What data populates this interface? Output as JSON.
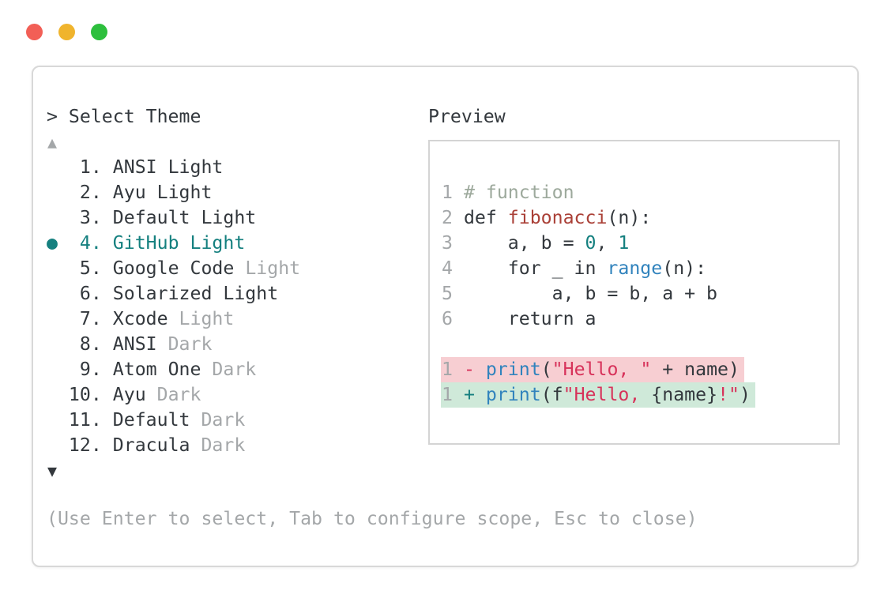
{
  "colors": {
    "text_dark": "#33383d",
    "text_gray": "#a4a7a9",
    "teal": "#15807f",
    "blue": "#3183bd",
    "dark_red": "#aa4037",
    "crimson": "#d7325a",
    "comment": "#9da99c",
    "diff_del_bg": "#f7ced2",
    "diff_add_bg": "#cfe9d9",
    "panel_border": "#d8d8d8",
    "preview_border": "#d4d4d4",
    "dot_red": "#f25f56",
    "dot_yellow": "#f0b42d",
    "dot_green": "#2dbf3d"
  },
  "theme_picker": {
    "prompt": "> Select Theme",
    "scroll_up_symbol": "▲",
    "scroll_down_symbol": "▼",
    "selected_marker": "●",
    "items": [
      {
        "num": "1",
        "name": "ANSI",
        "suffix": "Light",
        "suffix_muted": false,
        "selected": false
      },
      {
        "num": "2",
        "name": "Ayu",
        "suffix": "Light",
        "suffix_muted": false,
        "selected": false
      },
      {
        "num": "3",
        "name": "Default",
        "suffix": "Light",
        "suffix_muted": false,
        "selected": false
      },
      {
        "num": "4",
        "name": "GitHub",
        "suffix": "Light",
        "suffix_muted": false,
        "selected": true
      },
      {
        "num": "5",
        "name": "Google Code",
        "suffix": "Light",
        "suffix_muted": true,
        "selected": false
      },
      {
        "num": "6",
        "name": "Solarized",
        "suffix": "Light",
        "suffix_muted": false,
        "selected": false
      },
      {
        "num": "7",
        "name": "Xcode",
        "suffix": "Light",
        "suffix_muted": true,
        "selected": false
      },
      {
        "num": "8",
        "name": "ANSI",
        "suffix": "Dark",
        "suffix_muted": true,
        "selected": false
      },
      {
        "num": "9",
        "name": "Atom One",
        "suffix": "Dark",
        "suffix_muted": true,
        "selected": false
      },
      {
        "num": "10",
        "name": "Ayu",
        "suffix": "Dark",
        "suffix_muted": true,
        "selected": false
      },
      {
        "num": "11",
        "name": "Default",
        "suffix": "Dark",
        "suffix_muted": true,
        "selected": false
      },
      {
        "num": "12",
        "name": "Dracula",
        "suffix": "Dark",
        "suffix_muted": true,
        "selected": false
      }
    ]
  },
  "preview": {
    "title": "Preview",
    "lines": [
      {
        "tokens": [
          [
            "1",
            "lineno"
          ],
          [
            " ",
            "default"
          ],
          [
            "# function",
            "comment"
          ]
        ]
      },
      {
        "tokens": [
          [
            "2",
            "lineno"
          ],
          [
            " ",
            "default"
          ],
          [
            "def ",
            "default"
          ],
          [
            "fibonacci",
            "func"
          ],
          [
            "(n):",
            "default"
          ]
        ]
      },
      {
        "tokens": [
          [
            "3",
            "lineno"
          ],
          [
            " ",
            "default"
          ],
          [
            "    a, b = ",
            "default"
          ],
          [
            "0",
            "num"
          ],
          [
            ", ",
            "default"
          ],
          [
            "1",
            "num"
          ]
        ]
      },
      {
        "tokens": [
          [
            "4",
            "lineno"
          ],
          [
            " ",
            "default"
          ],
          [
            "    for _ in ",
            "default"
          ],
          [
            "range",
            "builtin"
          ],
          [
            "(n):",
            "default"
          ]
        ]
      },
      {
        "tokens": [
          [
            "5",
            "lineno"
          ],
          [
            " ",
            "default"
          ],
          [
            "        a, b = b, a + b",
            "default"
          ]
        ]
      },
      {
        "tokens": [
          [
            "6",
            "lineno"
          ],
          [
            " ",
            "default"
          ],
          [
            "    return a",
            "default"
          ]
        ]
      },
      {
        "tokens": []
      },
      {
        "hl": "del",
        "tokens": [
          [
            "1",
            "lineno"
          ],
          [
            " ",
            "default"
          ],
          [
            "-",
            "sign_del"
          ],
          [
            " ",
            "default"
          ],
          [
            "print",
            "builtin"
          ],
          [
            "(",
            "default"
          ],
          [
            "\"Hello, \"",
            "str"
          ],
          [
            " + name)",
            "default"
          ]
        ]
      },
      {
        "hl": "add",
        "tokens": [
          [
            "1",
            "lineno"
          ],
          [
            " ",
            "default"
          ],
          [
            "+",
            "sign_add"
          ],
          [
            " ",
            "default"
          ],
          [
            "print",
            "builtin"
          ],
          [
            "(f",
            "default"
          ],
          [
            "\"Hello, ",
            "str"
          ],
          [
            "{name}",
            "default"
          ],
          [
            "!\"",
            "str"
          ],
          [
            ")",
            "default"
          ]
        ]
      }
    ]
  },
  "help_text": "(Use Enter to select, Tab to configure scope, Esc to close)"
}
